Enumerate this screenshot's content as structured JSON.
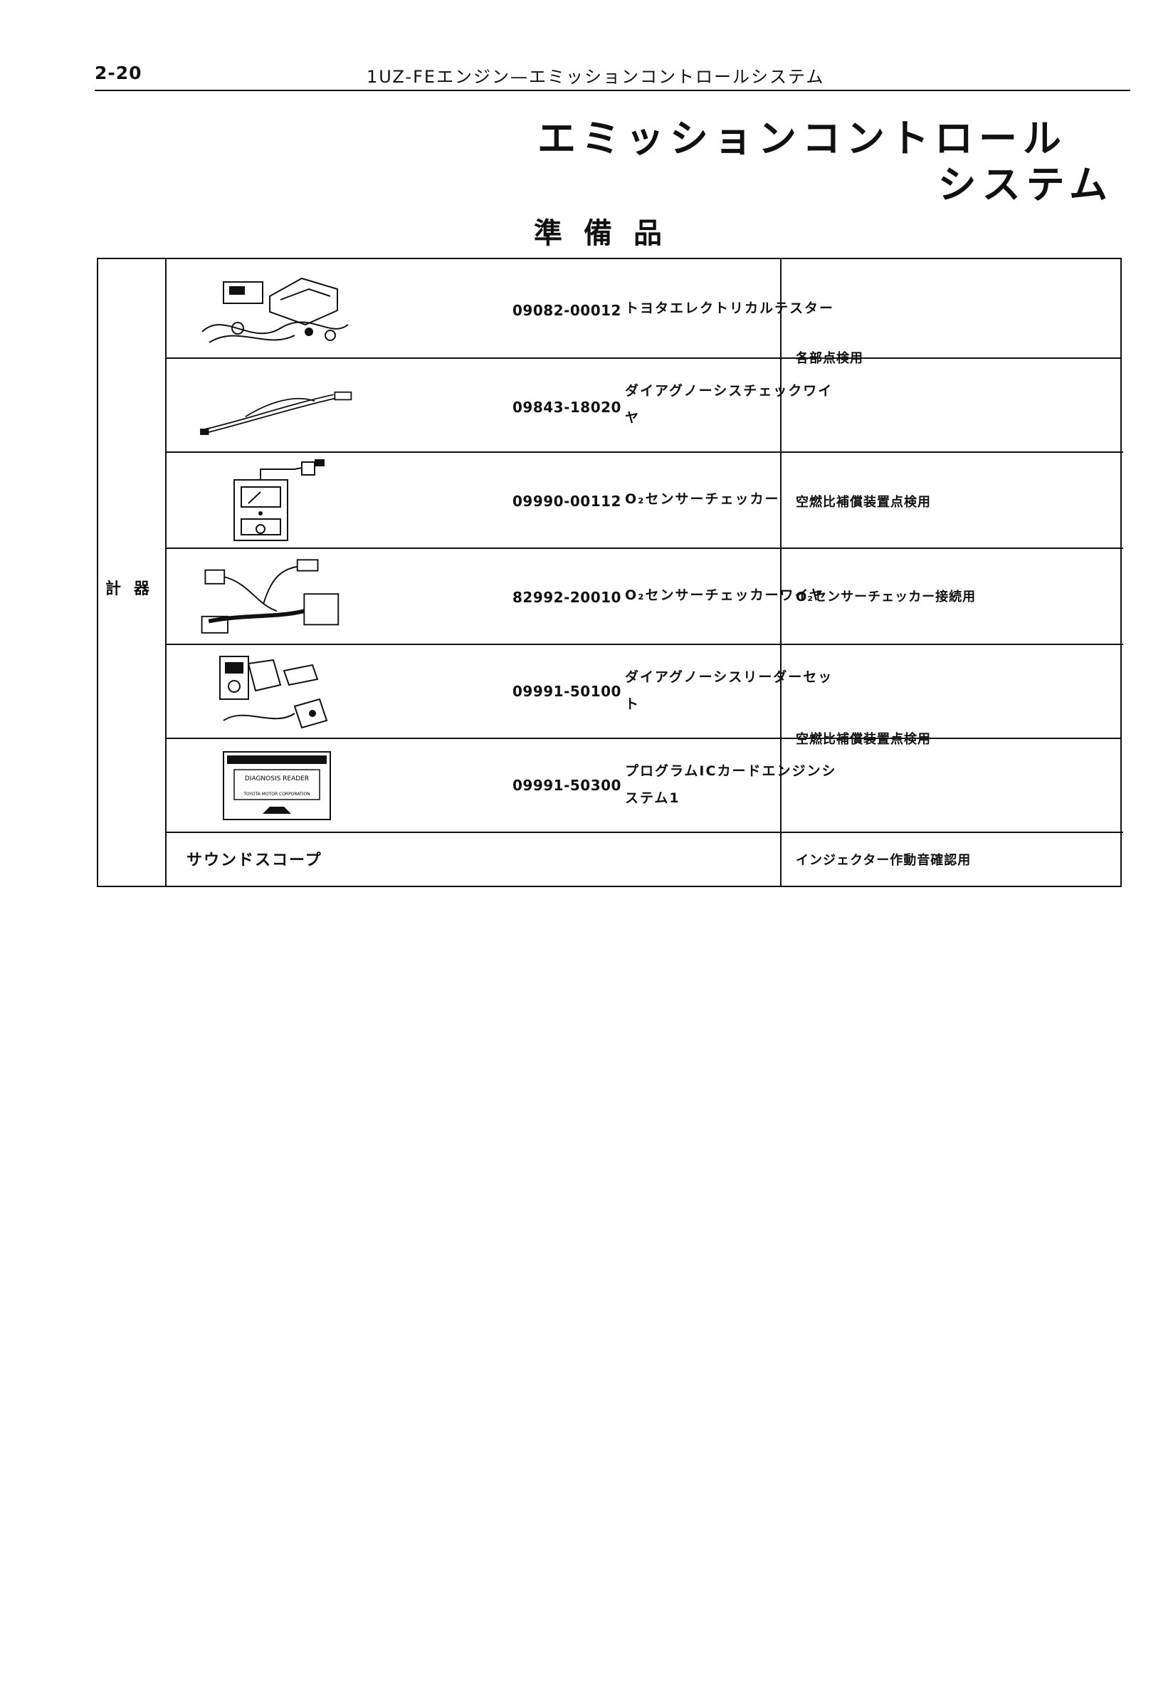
{
  "header": {
    "page_number": "2-20",
    "running_title": "1UZ-FEエンジン—エミッションコントロールシステム"
  },
  "title": {
    "line1": "エミッションコントロール",
    "line2": "システム"
  },
  "section": {
    "heading": "準備品"
  },
  "table": {
    "category": "計器",
    "rows": [
      {
        "part_no": "09082-00012",
        "name": "トヨタエレクトリカルテスター",
        "illustration": "electrical-tester-kit-illustration"
      },
      {
        "part_no": "09843-18020",
        "name": "ダイアグノーシスチェックワイヤ",
        "illustration": "check-wire-illustration"
      },
      {
        "part_no": "09990-00112",
        "name": "O₂センサーチェッカー",
        "illustration": "o2-sensor-checker-illustration"
      },
      {
        "part_no": "82992-20010",
        "name": "O₂センサーチェッカーワイヤ",
        "illustration": "checker-wire-harness-illustration"
      },
      {
        "part_no": "09991-50100",
        "name": "ダイアグノーシスリーダーセット",
        "illustration": "diagnosis-reader-set-illustration"
      },
      {
        "part_no": "09991-50300",
        "name": "プログラムICカードエンジンシステム1",
        "illustration": "ic-card-illustration"
      }
    ],
    "usages": {
      "rows_1_2": "各部点検用",
      "row_3": "空燃比補償装置点検用",
      "row_4": "O₂センサーチェッカー接続用",
      "rows_5_6": "空燃比補償装置点検用"
    },
    "sound_scope": {
      "name": "サウンドスコープ",
      "usage": "インジェクター作動音確認用"
    },
    "ic_card_label": {
      "line1": "DIAGNOSIS READER",
      "line2": "TOYOTA MOTOR CORPORATION"
    }
  }
}
